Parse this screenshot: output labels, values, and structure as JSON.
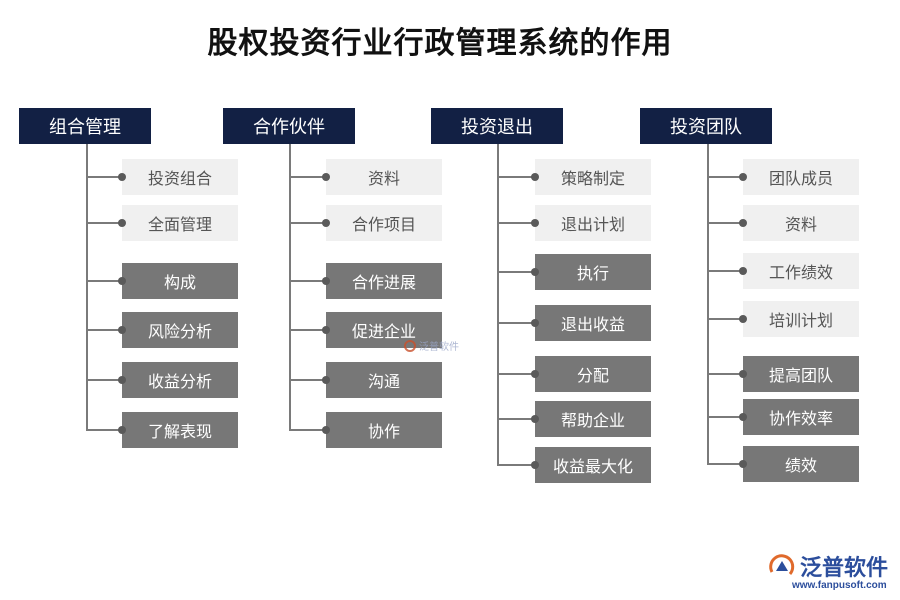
{
  "title": "股权投资行业行政管理系统的作用",
  "columns": [
    {
      "header": "组合管理",
      "items": [
        {
          "label": "投资组合",
          "style": "light"
        },
        {
          "label": "全面管理",
          "style": "light"
        },
        {
          "label": "构成",
          "style": "dark"
        },
        {
          "label": "风险分析",
          "style": "dark"
        },
        {
          "label": "收益分析",
          "style": "dark"
        },
        {
          "label": "了解表现",
          "style": "dark"
        }
      ]
    },
    {
      "header": "合作伙伴",
      "items": [
        {
          "label": "资料",
          "style": "light"
        },
        {
          "label": "合作项目",
          "style": "light"
        },
        {
          "label": "合作进展",
          "style": "dark"
        },
        {
          "label": "促进企业",
          "style": "dark"
        },
        {
          "label": "沟通",
          "style": "dark"
        },
        {
          "label": "协作",
          "style": "dark"
        }
      ]
    },
    {
      "header": "投资退出",
      "items": [
        {
          "label": "策略制定",
          "style": "light"
        },
        {
          "label": "退出计划",
          "style": "light"
        },
        {
          "label": "执行",
          "style": "dark"
        },
        {
          "label": "退出收益",
          "style": "dark"
        },
        {
          "label": "分配",
          "style": "dark"
        },
        {
          "label": "帮助企业",
          "style": "dark"
        },
        {
          "label": "收益最大化",
          "style": "dark"
        }
      ]
    },
    {
      "header": "投资团队",
      "items": [
        {
          "label": "团队成员",
          "style": "light"
        },
        {
          "label": "资料",
          "style": "light"
        },
        {
          "label": "工作绩效",
          "style": "light"
        },
        {
          "label": "培训计划",
          "style": "light"
        },
        {
          "label": "提高团队",
          "style": "dark"
        },
        {
          "label": "协作效率",
          "style": "dark"
        },
        {
          "label": "绩效",
          "style": "dark"
        }
      ]
    }
  ],
  "watermark": {
    "text": "泛普软件"
  },
  "logo": {
    "text": "泛普软件",
    "url": "www.fanpusoft.com"
  },
  "colors": {
    "header_bg": "#122044",
    "dark_box": "#777777",
    "light_box": "#f0f0f0",
    "logo": "#2c4e9c"
  }
}
